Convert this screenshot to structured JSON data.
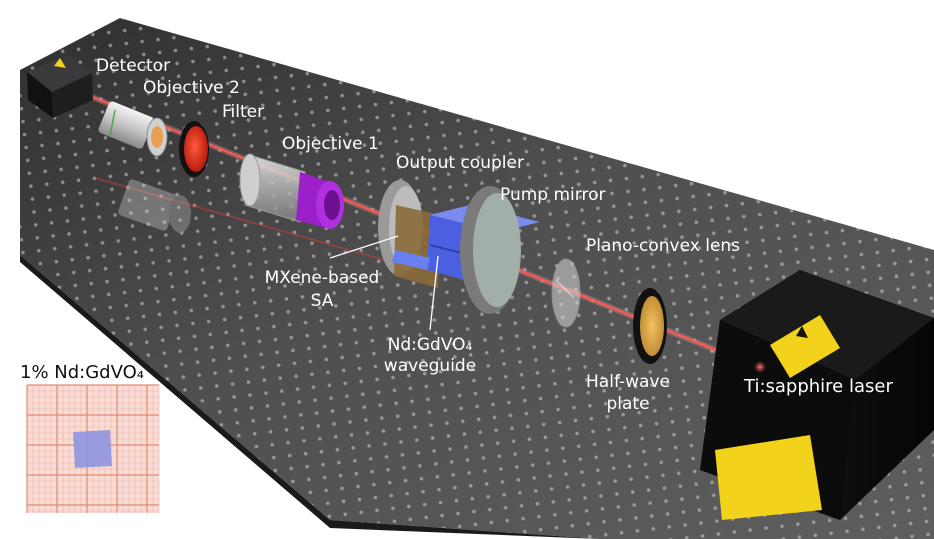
{
  "labels": {
    "detector": "Detector",
    "objective2": "Objective 2",
    "filter": "Filter",
    "objective1": "Objective 1",
    "output_coupler": "Output coupler",
    "pump_mirror": "Pump mirror",
    "plano_convex_lens": "Plano-convex lens",
    "mxene_line1": "MXene-based",
    "mxene_line2": "SA",
    "waveguide_line1": "Nd:GdVO₄",
    "waveguide_line2": "waveguide",
    "half_wave_line1": "Half-wave",
    "half_wave_line2": "plate",
    "laser": "Ti:sapphire laser",
    "inset_title": "1% Nd:GdVO₄"
  },
  "colors": {
    "table": "#4a4a4a",
    "beam": "#ff4a4a",
    "filter": "#d42a1a",
    "objective1_lens": "#9b20c8",
    "waveguide": "#5a6ee8",
    "half_wave_plate": "#d8a73a",
    "laser_body": "#121212",
    "warning_label": "#f2d21a",
    "inset_grid": "#f2b2a2",
    "crystal": "#8f95e0"
  },
  "icons": {
    "detector_label": "laser-warning-icon",
    "laser_label": "laser-warning-icon"
  }
}
